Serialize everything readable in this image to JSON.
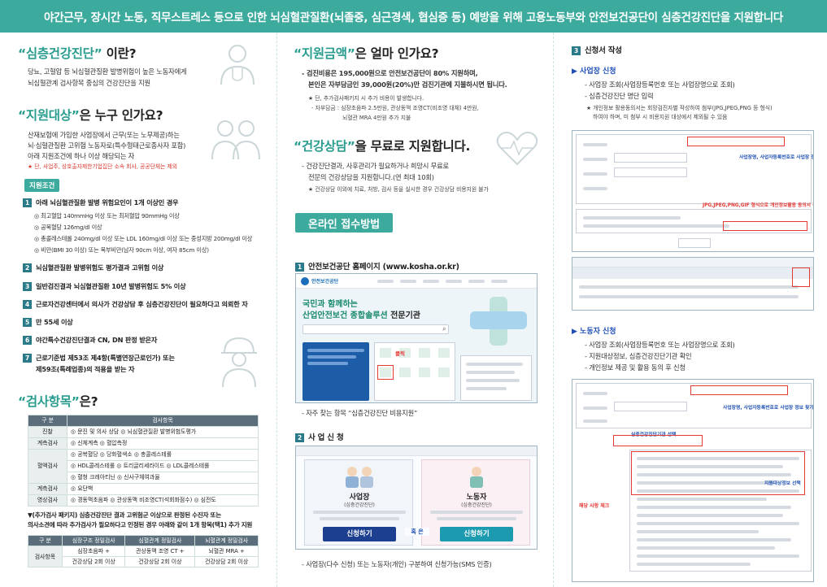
{
  "banner": "야간근무, 장시간 노동, 직무스트레스 등으로 인한 뇌심혈관질환(뇌졸중, 심근경색, 협심증 등) 예방을 위해 고용노동부와 안전보건공단이 심층건강진단을 지원합니다",
  "col1": {
    "what_title_q": "“심층건강진단”",
    "what_title_rest": " 이란?",
    "what_lines": [
      "당뇨, 고혈압 등 뇌심혈관질환 발병위험이 높은 노동자에게",
      "뇌심혈관계 검사항목 중심의 건강진단을 지원"
    ],
    "target_title_q": "“지원대상”",
    "target_title_rest": "은 누구 인가요?",
    "target_lines": [
      "산재보험에 가입한 사업장에서 근무(또는 노무제공)하는",
      "뇌·심혈관질환 고위험 노동자로(특수형태근로종사자 포함)",
      "아래 지원조건에 하나 이상 해당되는 자"
    ],
    "target_note": "★ 단, 사업주, 상호출자제한기업집단 소속 회사, 공공단체는 제외",
    "cond_tag": "지원조건",
    "conds": [
      {
        "n": "1",
        "text": "아래 뇌심혈관질환 발병 위험요인이 1개 이상인 경우"
      },
      {
        "n": "2",
        "text": "뇌심혈관질환 발병위험도 평가결과 고위험 이상"
      },
      {
        "n": "3",
        "text": "일반검진결과 뇌심혈관질환 10년 발병위험도 5% 이상"
      },
      {
        "n": "4",
        "text": "근로자건강센터에서 의사가 건강상담 후 심층건강진단이 필요하다고 의뢰한 자"
      },
      {
        "n": "5",
        "text": "만 55세 이상"
      },
      {
        "n": "6",
        "text": "야간특수건강진단결과 CN, DN 판정 받은자"
      },
      {
        "n": "7",
        "text": "근로기준법 제53조 제4항(특별연장근로인가) 또는"
      }
    ],
    "cond7_line2": "제59조(특례업종)의 적용을 받는 자",
    "cond1_subs": [
      "◎ 최고혈압 140mmHg 이상 또는 최저혈압 90mmHg 이상",
      "◎ 공복혈당 126mg/dl 이상",
      "◎ 총콜레스테롤 240mg/dl 이상 또는 LDL 160mg/dl 이상 또는 중성지방 200mg/dl 이상",
      "◎ 비만(BMI 30 이상) 또는 복부비만(남자 90cm 이상, 여자 85cm 이상)"
    ],
    "items_title_q": "“검사항목”",
    "items_title_rest": "은?",
    "items_head": [
      "구 분",
      "검사항목"
    ],
    "items_rows": [
      [
        "진찰",
        "◎ 문진 및 의사 상담 ◎ 뇌심혈관질환 발병위험도평가"
      ],
      [
        "계측검사",
        "◎ 신체계측 ◎ 혈압측정"
      ],
      [
        "혈액검사",
        "◎ 공복혈당 ◎ 당화혈색소 ◎ 총콜레스테롤"
      ],
      [
        "",
        "◎ HDL콜레스테롤 ◎ 트리글리세라이드 ◎ LDL콜레스테롤"
      ],
      [
        "",
        "◎ 혈청 크레아티닌 ◎ 신사구체여과율"
      ],
      [
        "계측검사",
        "◎ 요단백"
      ],
      [
        "영상검사",
        "◎ 경동맥초음파 ◎ 관상동맥 비조영CT(석회화점수) ◎ 심전도"
      ]
    ],
    "extra_lines": [
      "▼(추가검사 패키지) 심층건강진단 결과 고위험군 이상으로 판정된 수진자 또는",
      "의사소견에 따라 추가검사가 필요하다고 인정된 경우 아래와 같이 1개 항목(택1) 추가 지원"
    ],
    "pkg_head": [
      "구 분",
      "심장구조 정밀검사",
      "심혈관계 정밀검사",
      "뇌혈관계 정밀검사"
    ],
    "pkg_key": "검사항목",
    "pkg_cells": [
      [
        "심장초음파 +",
        "관상동맥 조영 CT +",
        "뇌혈관 MRA +"
      ],
      [
        "건강상담 2회 이상",
        "건강상담 2회 이상",
        "건강상담 2회 이상"
      ]
    ]
  },
  "col2": {
    "amount_title_q": "“지원금액”",
    "amount_title_rest": "은 얼마 인가요?",
    "amount_lines": [
      "- 검진비용은 195,000원으로 안전보건공단이 80% 지원하며,",
      "본인은 자부담금인 39,000원(20%)만 검진기관에 지불하시면 됩니다."
    ],
    "amount_note1": "★ 단, 추가검사패키지 시 추가 비용이 발생합니다.",
    "amount_note2": "- 자부담금 : 심장초음파 2.5만원, 관상동맥 조영CT(비조영 대체) 4만원,",
    "amount_note3": "뇌혈관 MRA 4만원 추가 지불",
    "consult_title_q": "“건강상담”",
    "consult_title_rest": "을 무료로 지원합니다.",
    "consult_lines": [
      "- 건강진단결과, 사후관리가 필요하거나 희망시 무료로",
      "전문의 건강상담을 지원합니다.(연 최대 10회)"
    ],
    "consult_note": "★ 건강상담 이외에 치료, 처방, 검사 등을 실시한 경우 건강상담 비용지원 불가",
    "online_label": "온라인 접수방법",
    "step1_num": "1",
    "step1_label": "안전보건공단 홈페이지 (www.kosha.or.kr)",
    "kosha_hero1": "국민과 함께하는",
    "kosha_hero2": "산업안전보건 종합솔루션",
    "kosha_hero3": "전문기관",
    "kosha_logo": "안전보건공단",
    "kosha_click": "클릭",
    "step1_caption": "- 자주 찾는 항목 “심층건강진단 비용지원”",
    "step2_num": "2",
    "step2_label": "사 업 신 청",
    "apply_employer_title": "사업장",
    "apply_employer_sub": "(심층건강진단)",
    "apply_worker_title": "노동자",
    "apply_worker_sub": "(심층건강진단)",
    "apply_btn1": "신청하기",
    "apply_btn2": "신청하기",
    "apply_or": "혹 은",
    "step2_caption": "- 사업장(다수 신청) 또는 노동자(개인) 구분하여 신청가능(SMS 인증)"
  },
  "col3": {
    "step3_num": "3",
    "step3_label": "신청서 작성",
    "emp_title": "▶ 사업장 신청",
    "emp_lines": [
      "- 사업장 조회(사업장등록번호 또는 사업장명으로 조회)",
      "- 심층건강진단 명단 입력"
    ],
    "emp_note1": "★ 개인정보 활용동의서는 회망검진자별 작성하여 첨부(JPG,JPEG,PNG 등 형식)",
    "emp_note2": "하여야 하며, 미 첨부 시 비용지원 대상에서 제외될 수 있음",
    "emp_callout1": "사업장명, 사업자등록번호로 사업장 정보 찾기",
    "emp_callout2": "JPG,JPEG,PNG,GIF 형식으로 개인정보활용 동의서 첨부",
    "wrk_title": "▶ 노동자 신청",
    "wrk_lines": [
      "- 사업장 조회(사업장등록번호 또는 사업장명으로 조회)",
      "- 지원대상정보, 심층건강진단기관 확인",
      "- 개인정보 제공 및 활용 동의 후 신청"
    ],
    "wrk_callout1": "사업장명, 사업자등록번호로 사업장 정보 찾기",
    "wrk_callout2": "심층건강진단기관 선택",
    "wrk_callout3": "지원대상정보 선택",
    "wrk_callout4": "해당 사항 체크"
  },
  "colors": {
    "teal": "#3daa9e",
    "dark_teal": "#2b7a8a",
    "red": "#d9382e",
    "blue": "#1e4fb3"
  }
}
